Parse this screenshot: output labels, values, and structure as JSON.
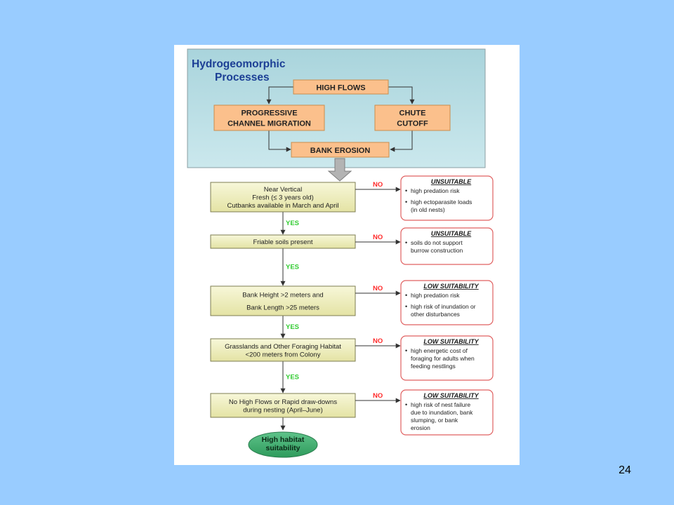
{
  "slide": {
    "page_number": "24"
  },
  "colors": {
    "background": "#99ccff",
    "process_panel": "#b9dfe7",
    "process_box": "#fbc08c",
    "decision_box": "#f1f0c2",
    "outcome_border": "#e06060",
    "yes": "#33cc33",
    "no": "#ff2a2a",
    "result": "#3daa6a"
  },
  "process": {
    "title_line1": "Hydrogeomorphic",
    "title_line2": "Processes",
    "high_flows": "HIGH FLOWS",
    "migration_line1": "PROGRESSIVE",
    "migration_line2": "CHANNEL MIGRATION",
    "chute_line1": "CHUTE",
    "chute_line2": "CUTOFF",
    "bank_erosion": "BANK EROSION"
  },
  "labels": {
    "yes": "YES",
    "no": "NO"
  },
  "decisions": [
    {
      "lines": [
        "Near Vertical",
        "Fresh (≤ 3 years old)",
        "Cutbanks available in March and April"
      ]
    },
    {
      "lines": [
        "Friable soils present"
      ]
    },
    {
      "lines": [
        "Bank Height >2 meters and",
        "Bank Length >25 meters"
      ]
    },
    {
      "lines": [
        "Grasslands and Other Foraging Habitat",
        "<200 meters from Colony"
      ]
    },
    {
      "lines": [
        "No High Flows or Rapid draw-downs",
        "during nesting (April–June)"
      ]
    }
  ],
  "outcomes": [
    {
      "title": "UNSUITABLE",
      "bullets": [
        [
          "high predation risk"
        ],
        [
          "high ectoparasite loads",
          "(in old nests)"
        ]
      ]
    },
    {
      "title": "UNSUITABLE",
      "bullets": [
        [
          "soils do not support",
          "burrow construction"
        ]
      ]
    },
    {
      "title": "LOW SUITABILITY",
      "bullets": [
        [
          "high predation risk"
        ],
        [
          "high risk of inundation or",
          "other disturbances"
        ]
      ]
    },
    {
      "title": "LOW SUITABILITY",
      "bullets": [
        [
          "high energetic cost of",
          "foraging for adults when",
          "feeding nestlings"
        ]
      ]
    },
    {
      "title": "LOW SUITABILITY",
      "bullets": [
        [
          "high risk of nest failure",
          "due to inundation, bank",
          "slumping, or bank",
          "erosion"
        ]
      ]
    }
  ],
  "result": {
    "line1": "High habitat",
    "line2": "suitability"
  }
}
